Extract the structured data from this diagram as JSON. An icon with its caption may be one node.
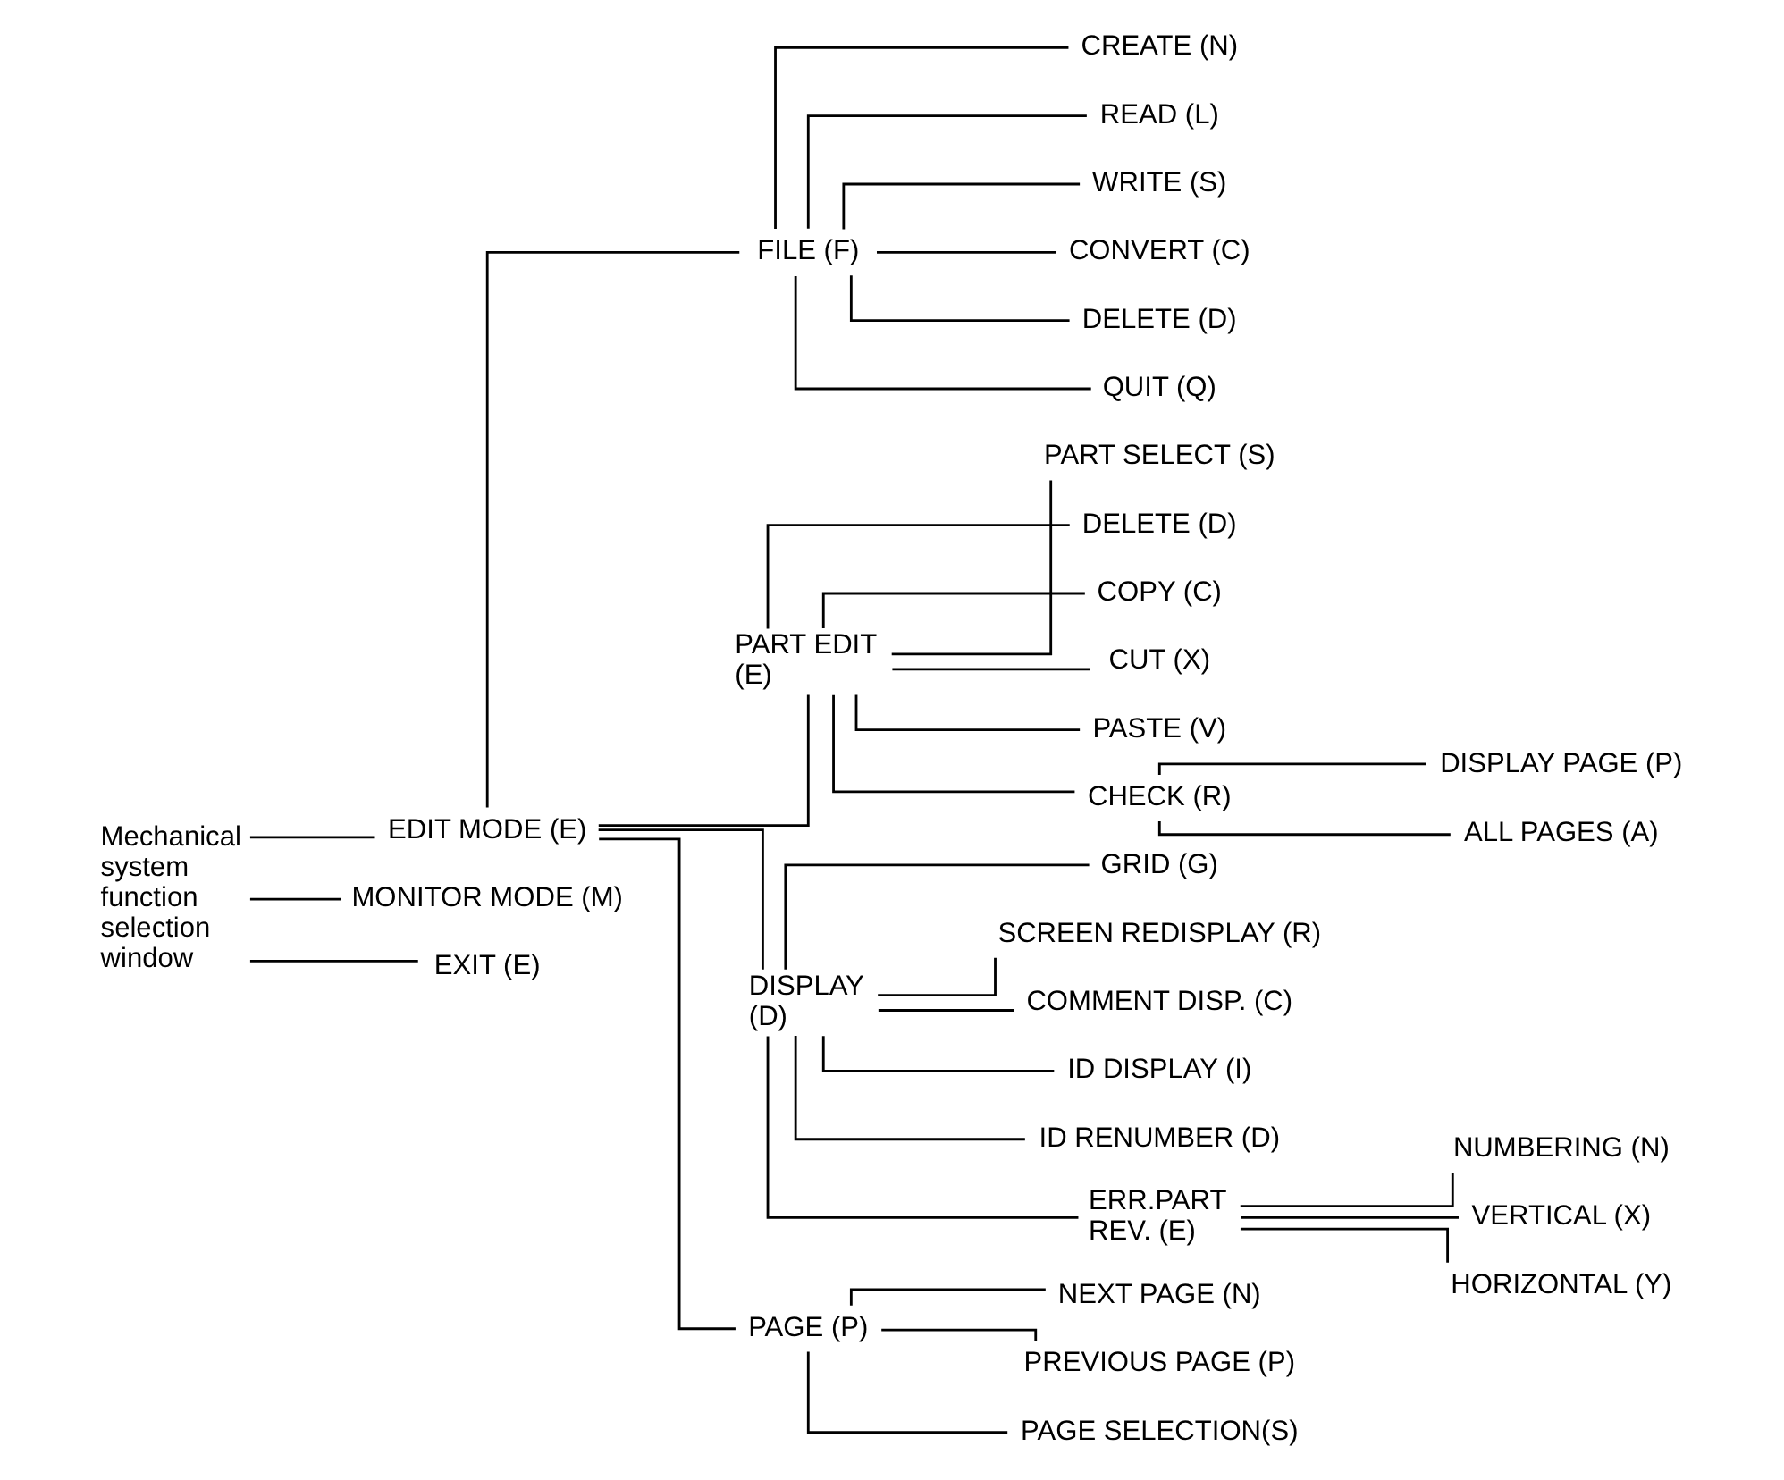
{
  "diagram": {
    "nodes": [
      {
        "text": [
          "Mechanical system function selection window"
        ]
      },
      {
        "text": [
          "EDIT MODE (E)"
        ]
      },
      {
        "text": [
          "FILE (F)"
        ]
      },
      {
        "text": [
          "CREATE (N)"
        ]
      },
      {
        "text": [
          "READ (L)"
        ]
      },
      {
        "text": [
          "WRITE (S)"
        ]
      },
      {
        "text": [
          "CONVERT (C)"
        ]
      },
      {
        "text": [
          "DELETE (D)"
        ]
      },
      {
        "text": [
          "QUIT (Q)"
        ]
      },
      {
        "text": [
          "PART EDIT (E)"
        ]
      },
      {
        "text": [
          "PART SELECT (S)"
        ]
      },
      {
        "text": [
          "DELETE (D)"
        ]
      },
      {
        "text": [
          "COPY (C)"
        ]
      },
      {
        "text": [
          "CUT (X)"
        ]
      },
      {
        "text": [
          "PASTE (V)"
        ]
      },
      {
        "text": [
          "CHECK (R)"
        ]
      },
      {
        "text": [
          "DISPLAY PAGE (P)"
        ]
      },
      {
        "text": [
          "ALL PAGES (A)"
        ]
      },
      {
        "text": [
          "DISPLAY (D)"
        ]
      },
      {
        "text": [
          "GRID (G)"
        ]
      },
      {
        "text": [
          "SCREEN REDISPLAY (R)"
        ]
      },
      {
        "text": [
          "COMMENT DISP. (C)"
        ]
      },
      {
        "text": [
          "ID DISPLAY (I)"
        ]
      },
      {
        "text": [
          "ID RENUMBER (D)"
        ]
      },
      {
        "text": [
          "ERR.PART REV. (E)"
        ]
      },
      {
        "text": [
          "NUMBERING (N)"
        ]
      },
      {
        "text": [
          "VERTICAL (X)"
        ]
      },
      {
        "text": [
          "HORIZONTAL (Y)"
        ]
      },
      {
        "text": [
          "PAGE (P)"
        ]
      },
      {
        "text": [
          "NEXT PAGE (N)"
        ]
      },
      {
        "text": [
          "PREVIOUS PAGE (P)"
        ]
      },
      {
        "text": [
          "PAGE SELECTION(S)"
        ]
      },
      {
        "text": [
          "MONITOR MODE (M)"
        ]
      },
      {
        "text": [
          "EXIT (E)"
        ]
      }
    ],
    "edges": [
      {
        "from": 0,
        "to": 1,
        "arrow": "none"
      },
      {
        "from": 1,
        "to": 2,
        "arrow": "none"
      },
      {
        "from": 2,
        "to": 3,
        "arrow": "none"
      },
      {
        "from": 2,
        "to": 4,
        "arrow": "none"
      },
      {
        "from": 2,
        "to": 5,
        "arrow": "none"
      },
      {
        "from": 2,
        "to": 6,
        "arrow": "none"
      },
      {
        "from": 2,
        "to": 7,
        "arrow": "none"
      },
      {
        "from": 2,
        "to": 8,
        "arrow": "none"
      },
      {
        "from": 1,
        "to": 9,
        "arrow": "none"
      },
      {
        "from": 9,
        "to": 10,
        "arrow": "none"
      },
      {
        "from": 9,
        "to": 11,
        "arrow": "none"
      },
      {
        "from": 9,
        "to": 12,
        "arrow": "none"
      },
      {
        "from": 9,
        "to": 13,
        "arrow": "none"
      },
      {
        "from": 9,
        "to": 14,
        "arrow": "none"
      },
      {
        "from": 9,
        "to": 15,
        "arrow": "none"
      },
      {
        "from": 15,
        "to": 16,
        "arrow": "none"
      },
      {
        "from": 15,
        "to": 17,
        "arrow": "none"
      },
      {
        "from": 1,
        "to": 18,
        "arrow": "none"
      },
      {
        "from": 18,
        "to": 19,
        "arrow": "none"
      },
      {
        "from": 18,
        "to": 20,
        "arrow": "none"
      },
      {
        "from": 18,
        "to": 21,
        "arrow": "none"
      },
      {
        "from": 18,
        "to": 22,
        "arrow": "none"
      },
      {
        "from": 18,
        "to": 23,
        "arrow": "none"
      },
      {
        "from": 18,
        "to": 24,
        "arrow": "none"
      },
      {
        "from": 24,
        "to": 25,
        "arrow": "none"
      },
      {
        "from": 24,
        "to": 26,
        "arrow": "none"
      },
      {
        "from": 24,
        "to": 27,
        "arrow": "none"
      },
      {
        "from": 1,
        "to": 28,
        "arrow": "none"
      },
      {
        "from": 28,
        "to": 29,
        "arrow": "none"
      },
      {
        "from": 28,
        "to": 30,
        "arrow": "none"
      },
      {
        "from": 28,
        "to": 31,
        "arrow": "none"
      },
      {
        "from": 0,
        "to": 32,
        "arrow": "none"
      },
      {
        "from": 0,
        "to": 33,
        "arrow": "none"
      }
    ]
  }
}
